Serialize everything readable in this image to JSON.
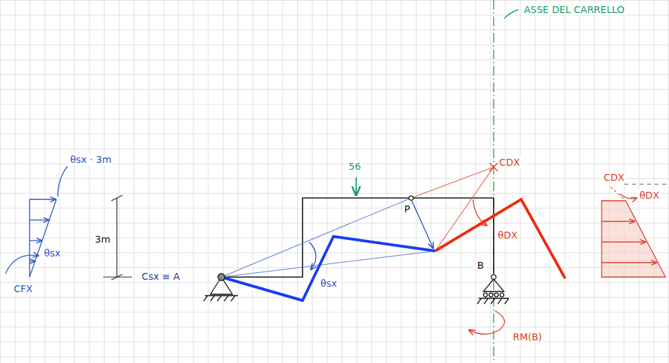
{
  "diagram": {
    "labels": [
      "ASSE DEL CARRELLO",
      "θsx · 3m",
      "56",
      "CDX",
      "CDX",
      "θDX",
      "3m",
      "P",
      "θDX",
      "θsx",
      "Csx ≡ A",
      "CFX",
      "θsx",
      "B",
      "RM(B)"
    ]
  }
}
